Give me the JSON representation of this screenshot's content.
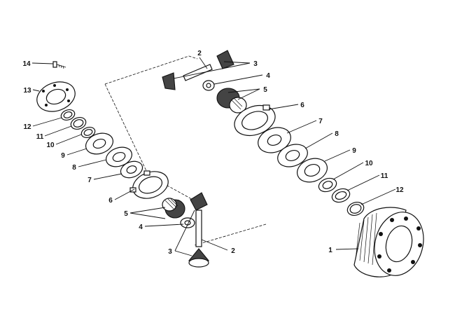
{
  "callouts": {
    "l14": "14",
    "l13": "13",
    "l12": "12",
    "l11": "11",
    "l10": "10",
    "l9": "9",
    "l8": "8",
    "l7": "7",
    "l6": "6",
    "l5": "5",
    "l4": "4",
    "l3": "3",
    "l2": "2",
    "r2": "2",
    "r3": "3",
    "r4": "4",
    "r5": "5",
    "r6": "6",
    "r7": "7",
    "r8": "8",
    "r9": "9",
    "r10": "10",
    "r11": "11",
    "r12": "12",
    "r1": "1"
  },
  "colors": {
    "ink": "#111111",
    "paper": "#ffffff"
  }
}
